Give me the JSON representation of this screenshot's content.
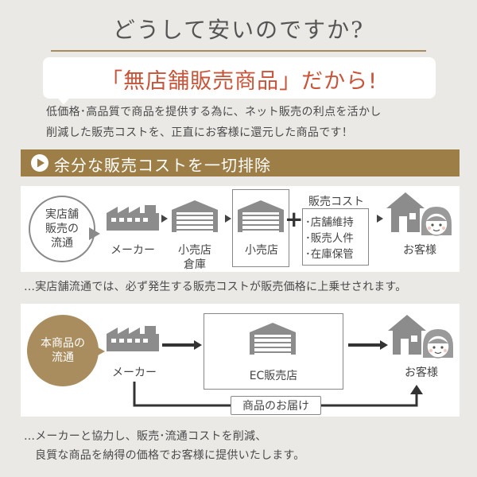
{
  "header": {
    "title": "どうして安いのですか?",
    "highlight": "「無店舗販売商品」だから!"
  },
  "intro": {
    "line1": "低価格･高品質で商品を提供する為に、ネット販売の利点を活かし",
    "line2": "削減した販売コストを、正直にお客様に還元した商品です！"
  },
  "banner": {
    "text": "余分な販売コストを一切排除"
  },
  "store_flow": {
    "label_line1": "実店舗",
    "label_line2": "販売の",
    "label_line3": "流通",
    "maker": "メーカー",
    "warehouse_line1": "小売店",
    "warehouse_line2": "倉庫",
    "retailer": "小売店",
    "plus": "+",
    "cost_title": "販売コスト",
    "cost_items": [
      "･店舗維持",
      "･販売人件",
      "･在庫保管"
    ],
    "customer": "お客様",
    "note": "…実店舗流通では、必ず発生する販売コストが販売価格に上乗せされます。"
  },
  "ec_flow": {
    "label_line1": "本商品の",
    "label_line2": "流通",
    "maker": "メーカー",
    "ec_store": "EC販売店",
    "customer": "お客様",
    "delivery": "商品のお届け",
    "note_line1": "…メーカーと協力し、販売･流通コストを削減、",
    "note_line2": "良質な商品を納得の価格でお客様に提供いたします。"
  },
  "colors": {
    "background": "#ebe9e5",
    "accent_gold": "#9e7e47",
    "highlight_red": "#c8543a",
    "icon_gray": "#8c8c8c"
  }
}
